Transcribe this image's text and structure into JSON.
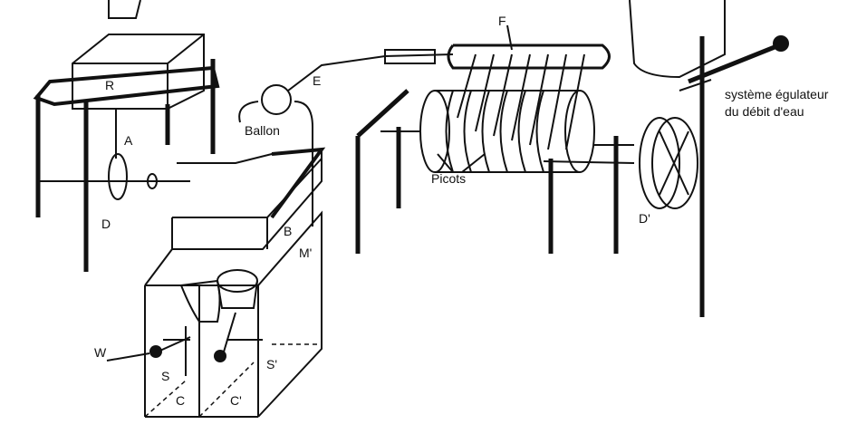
{
  "labels": {
    "R": "R",
    "A": "A",
    "D": "D",
    "ballon": "Ballon",
    "E": "E",
    "F": "F",
    "picots": "Picots",
    "B": "B",
    "M_prime": "M'",
    "W": "W",
    "S": "S",
    "C": "C",
    "C_prime": "C'",
    "S_prime": "S'",
    "D_prime": "D'",
    "regulator_line1": "système égulateur",
    "regulator_line2": "du débit d'eau"
  },
  "colors": {
    "ink": "#111111",
    "background": "#ffffff"
  }
}
